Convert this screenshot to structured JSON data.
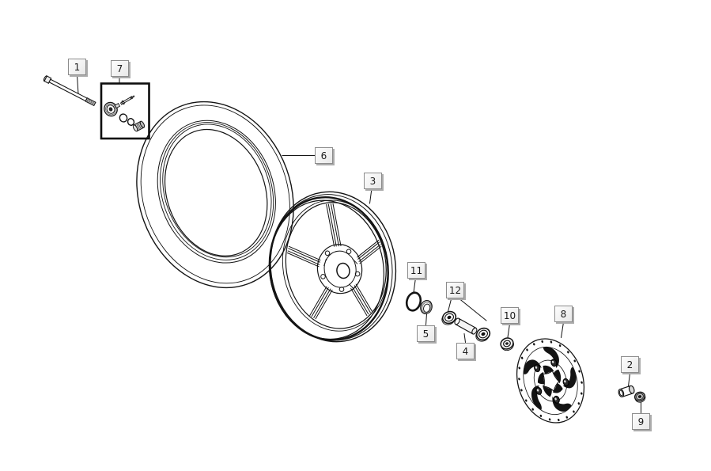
{
  "diagram": {
    "background_color": "#ffffff",
    "line_color": "#141414",
    "callout_box": {
      "face_color": "#f4f4f4",
      "border_color": "#8c8c8c",
      "shadow_color": "#ababab",
      "text_color": "#1a1a1a"
    },
    "callouts": [
      {
        "label": "1"
      },
      {
        "label": "7"
      },
      {
        "label": "6"
      },
      {
        "label": "3"
      },
      {
        "label": "11"
      },
      {
        "label": "5"
      },
      {
        "label": "12"
      },
      {
        "label": "4"
      },
      {
        "label": "10"
      },
      {
        "label": "8"
      },
      {
        "label": "2"
      },
      {
        "label": "9"
      }
    ]
  }
}
